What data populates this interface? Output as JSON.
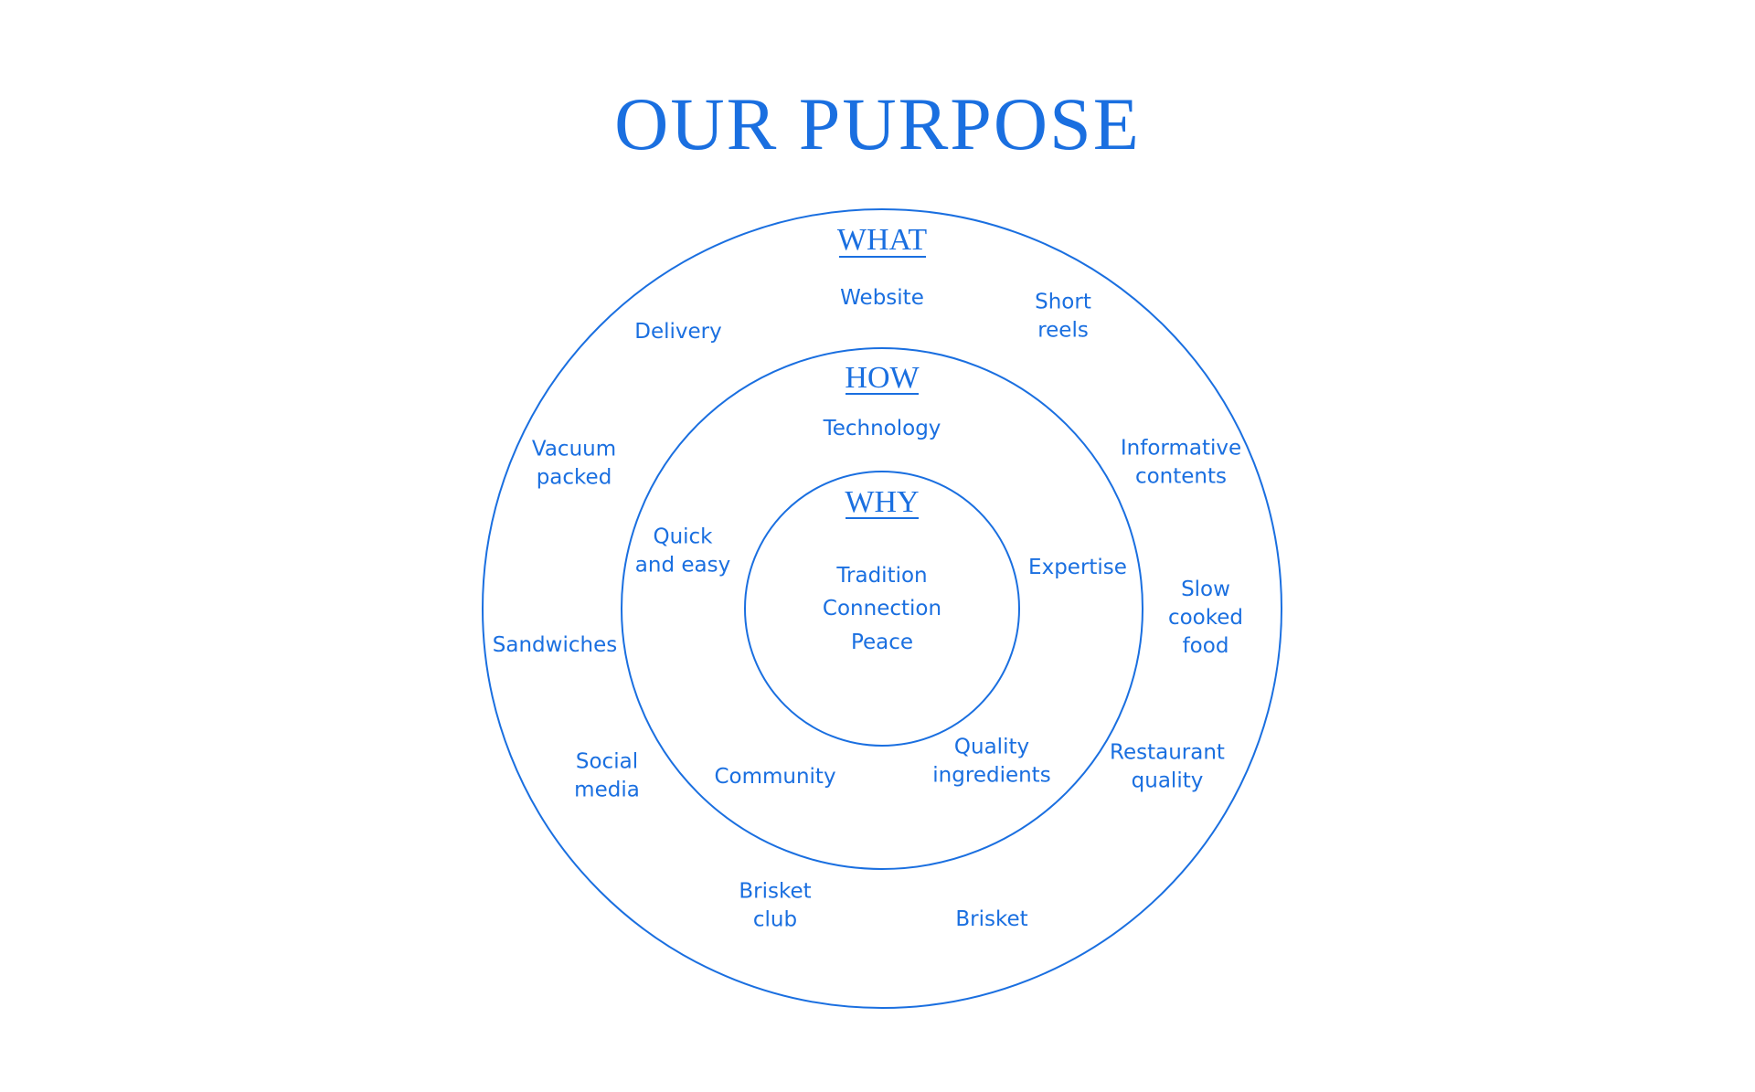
{
  "title": "OUR PURPOSE",
  "colors": {
    "accent": "#1a6fe0",
    "background": "#ffffff"
  },
  "rings": {
    "what": {
      "heading": "WHAT",
      "items": [
        [
          "Website"
        ],
        [
          "Short",
          "reels"
        ],
        [
          "Informative",
          "contents"
        ],
        [
          "Slow",
          "cooked",
          "food"
        ],
        [
          "Restaurant",
          "quality"
        ],
        [
          "Brisket"
        ],
        [
          "Brisket",
          "club"
        ],
        [
          "Social",
          "media"
        ],
        [
          "Sandwiches"
        ],
        [
          "Vacuum",
          "packed"
        ],
        [
          "Delivery"
        ]
      ]
    },
    "how": {
      "heading": "HOW",
      "items": [
        [
          "Technology"
        ],
        [
          "Expertise"
        ],
        [
          "Quality",
          "ingredients"
        ],
        [
          "Community"
        ],
        [
          "Quick",
          "and easy"
        ]
      ]
    },
    "why": {
      "heading": "WHY",
      "items": [
        "Tradition",
        "Connection",
        "Peace"
      ]
    }
  }
}
